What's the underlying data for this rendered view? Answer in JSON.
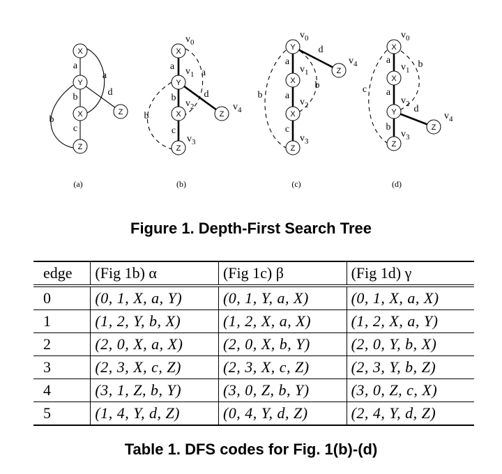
{
  "figure": {
    "panels": [
      {
        "label": "(a)",
        "nodes": [
          {
            "id": "n0",
            "label": "X"
          },
          {
            "id": "n1",
            "label": "Y"
          },
          {
            "id": "n2",
            "label": "X"
          },
          {
            "id": "n3",
            "label": "Z"
          },
          {
            "id": "n4",
            "label": "Z"
          }
        ],
        "node_annotations": {},
        "edges": [
          {
            "from": "n0",
            "to": "n1",
            "label": "a",
            "style": "solid"
          },
          {
            "from": "n1",
            "to": "n2",
            "label": "b",
            "style": "solid"
          },
          {
            "from": "n2",
            "to": "n3",
            "label": "c",
            "style": "solid"
          },
          {
            "from": "n1",
            "to": "n4",
            "label": "d",
            "style": "solid"
          },
          {
            "from": "n0",
            "to": "n2",
            "label": "a",
            "style": "solid"
          },
          {
            "from": "n1",
            "to": "n3",
            "label": "b",
            "style": "solid"
          }
        ]
      },
      {
        "label": "(b)",
        "nodes": [
          {
            "id": "n0",
            "label": "X",
            "annot": "v0"
          },
          {
            "id": "n1",
            "label": "Y",
            "annot": "v1"
          },
          {
            "id": "n2",
            "label": "X",
            "annot": "v2"
          },
          {
            "id": "n3",
            "label": "Z",
            "annot": "v3"
          },
          {
            "id": "n4",
            "label": "Z",
            "annot": "v4"
          }
        ],
        "edges": [
          {
            "from": "n0",
            "to": "n1",
            "label": "a",
            "style": "bold"
          },
          {
            "from": "n1",
            "to": "n2",
            "label": "b",
            "style": "bold"
          },
          {
            "from": "n2",
            "to": "n3",
            "label": "c",
            "style": "bold"
          },
          {
            "from": "n1",
            "to": "n4",
            "label": "d",
            "style": "bold"
          },
          {
            "from": "n0",
            "to": "n2",
            "label": "a",
            "style": "dashed"
          },
          {
            "from": "n1",
            "to": "n3",
            "label": "b",
            "style": "dashed"
          }
        ]
      },
      {
        "label": "(c)",
        "nodes": [
          {
            "id": "n0",
            "label": "Y",
            "annot": "v0"
          },
          {
            "id": "n1",
            "label": "X",
            "annot": "v1"
          },
          {
            "id": "n2",
            "label": "X",
            "annot": "v2"
          },
          {
            "id": "n3",
            "label": "Z",
            "annot": "v3"
          },
          {
            "id": "n4",
            "label": "Z",
            "annot": "v4"
          }
        ],
        "edges": [
          {
            "from": "n0",
            "to": "n1",
            "label": "a",
            "style": "bold"
          },
          {
            "from": "n1",
            "to": "n2",
            "label": "a",
            "style": "bold"
          },
          {
            "from": "n2",
            "to": "n3",
            "label": "c",
            "style": "bold"
          },
          {
            "from": "n0",
            "to": "n4",
            "label": "d",
            "style": "bold"
          },
          {
            "from": "n0",
            "to": "n2",
            "label": "b",
            "style": "dashed"
          },
          {
            "from": "n0",
            "to": "n3",
            "label": "b",
            "style": "dashed"
          }
        ]
      },
      {
        "label": "(d)",
        "nodes": [
          {
            "id": "n0",
            "label": "X",
            "annot": "v0"
          },
          {
            "id": "n1",
            "label": "X",
            "annot": "v1"
          },
          {
            "id": "n2",
            "label": "Y",
            "annot": "v2"
          },
          {
            "id": "n3",
            "label": "Z",
            "annot": "v3"
          },
          {
            "id": "n4",
            "label": "Z",
            "annot": "v4"
          }
        ],
        "edges": [
          {
            "from": "n0",
            "to": "n1",
            "label": "a",
            "style": "bold"
          },
          {
            "from": "n1",
            "to": "n2",
            "label": "a",
            "style": "bold"
          },
          {
            "from": "n2",
            "to": "n3",
            "label": "b",
            "style": "bold"
          },
          {
            "from": "n2",
            "to": "n4",
            "label": "d",
            "style": "bold"
          },
          {
            "from": "n0",
            "to": "n2",
            "label": "b",
            "style": "dashed"
          },
          {
            "from": "n0",
            "to": "n3",
            "label": "c",
            "style": "dashed"
          }
        ]
      }
    ],
    "caption": "Figure 1. Depth-First Search Tree"
  },
  "table": {
    "headers": [
      "edge",
      "(Fig 1b) α",
      "(Fig 1c) β",
      "(Fig 1d) γ"
    ],
    "rows": [
      [
        "0",
        "(0, 1, X, a, Y)",
        "(0, 1, Y, a, X)",
        "(0, 1, X, a, X)"
      ],
      [
        "1",
        "(1, 2, Y, b, X)",
        "(1, 2, X, a, X)",
        "(1, 2, X, a, Y)"
      ],
      [
        "2",
        "(2, 0, X, a, X)",
        "(2, 0, X, b, Y)",
        "(2, 0, Y, b, X)"
      ],
      [
        "3",
        "(2, 3, X, c, Z)",
        "(2, 3, X, c, Z)",
        "(2, 3, Y, b, Z)"
      ],
      [
        "4",
        "(3, 1, Z, b, Y)",
        "(3, 0, Z, b, Y)",
        "(3, 0, Z, c, X)"
      ],
      [
        "5",
        "(1, 4, Y, d, Z)",
        "(0, 4, Y, d, Z)",
        "(2, 4, Y, d, Z)"
      ]
    ],
    "caption": "Table 1. DFS codes for Fig. 1(b)-(d)"
  }
}
